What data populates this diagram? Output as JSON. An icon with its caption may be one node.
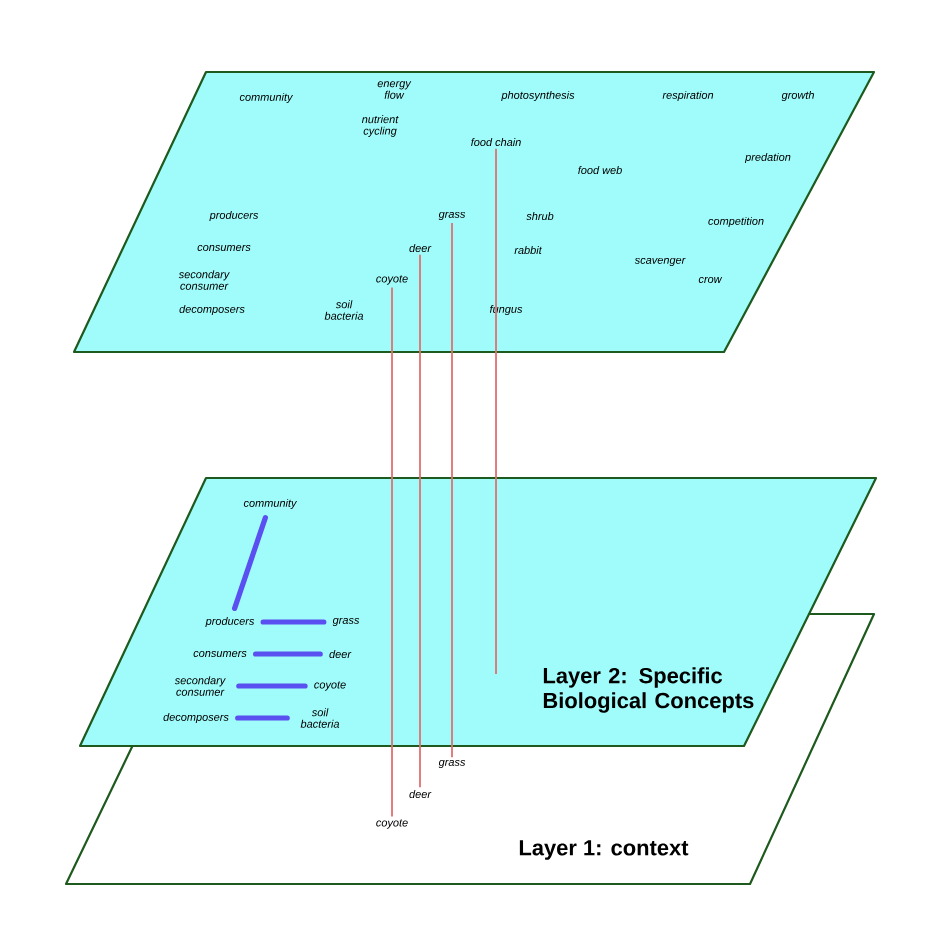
{
  "diagram": {
    "nodes": [
      {
        "text": [],
        "shape": "box"
      },
      {
        "text": [
          "grass"
        ],
        "in": 0
      },
      {
        "text": [
          "deer"
        ],
        "in": 0
      },
      {
        "text": [
          "coyote"
        ],
        "in": 0
      },
      {
        "text": [
          "food chain"
        ],
        "in": 0
      },
      {
        "text": [
          "Layer 1: context"
        ]
      },
      {
        "text": [
          "Layer 2: Specific Biological Concepts"
        ]
      },
      {
        "text": [
          "community"
        ],
        "in": 6
      },
      {
        "text": [
          "producers"
        ]
      },
      {
        "text": [
          "grass"
        ]
      },
      {
        "text": [
          "consumers"
        ]
      },
      {
        "text": [
          "deer"
        ]
      },
      {
        "text": [
          "secondary consumer"
        ]
      },
      {
        "text": [
          "coyote"
        ]
      },
      {
        "text": [
          "decomposers"
        ]
      },
      {
        "text": [
          "soil bacteria"
        ]
      },
      {
        "text": [
          "grass"
        ],
        "in": 5
      },
      {
        "text": [
          "deer"
        ],
        "in": 5
      },
      {
        "text": [
          "coyote"
        ],
        "in": 5
      }
    ],
    "edges": [
      {
        "from": 1,
        "to": 16,
        "arrow": "none",
        "color": "#e07070"
      },
      {
        "from": 2,
        "to": 17,
        "arrow": "none",
        "color": "#e07070"
      },
      {
        "from": 3,
        "to": 18,
        "arrow": "none",
        "color": "#e07070"
      },
      {
        "from": 4,
        "to": null,
        "arrow": "none",
        "color": "#e07070"
      },
      {
        "from": 7,
        "to": 8,
        "arrow": "none"
      },
      {
        "from": 8,
        "to": 9,
        "arrow": "none"
      },
      {
        "from": 10,
        "to": 11,
        "arrow": "none"
      },
      {
        "from": 12,
        "to": 13,
        "arrow": "none"
      },
      {
        "from": 14,
        "to": 15,
        "arrow": "none"
      }
    ],
    "labels": [
      "community",
      "energy flow",
      "photosynthesis",
      "respiration",
      "growth",
      "nutrient cycling",
      "predation",
      "food web",
      "producers",
      "shrub",
      "competition",
      "consumers",
      "rabbit",
      "scavenger",
      "secondary consumer",
      "crow",
      "decomposers",
      "soil bacteria",
      "fungus"
    ]
  }
}
